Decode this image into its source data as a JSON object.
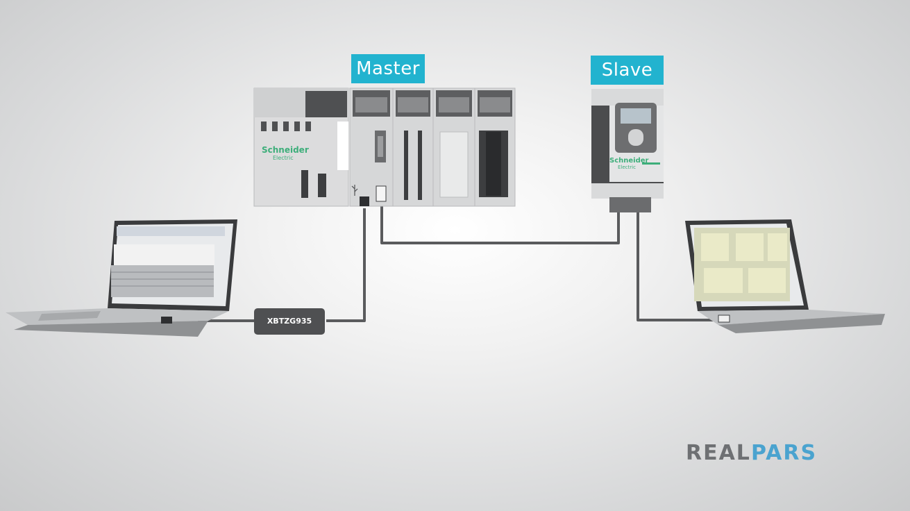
{
  "labels": {
    "master": "Master",
    "slave": "Slave",
    "adapter": "XBTZG935"
  },
  "brands": {
    "plc_brand_line1": "Schneider",
    "plc_brand_line2": "Electric",
    "drive_brand_line1": "Schneider",
    "drive_brand_line2": "Electric"
  },
  "logo": {
    "part1": "REAL",
    "part2": "PARS"
  },
  "colors": {
    "tag_background": "#22b3cf",
    "cable": "#5a5b5d",
    "schneider_green": "#3dae7a",
    "logo_gray": "#6e7073",
    "logo_blue": "#4aa3cf"
  },
  "icons": [
    "usb-icon"
  ]
}
